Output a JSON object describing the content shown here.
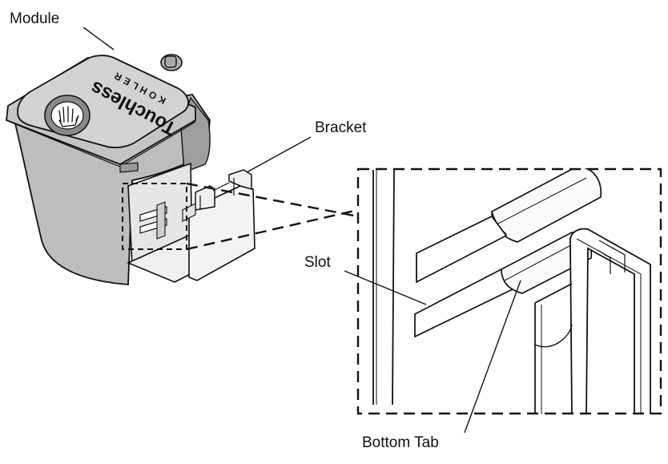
{
  "labels": {
    "module": "Module",
    "bracket": "Bracket",
    "slot": "Slot",
    "bottom_tab": "Bottom Tab"
  },
  "logo": {
    "brand_line": "Touchless",
    "maker_line": "KOHLER"
  },
  "icons": {
    "module_button": "hand-icon"
  },
  "colors": {
    "ink": "#111111",
    "body_fill": "#bdbdbd",
    "lid_fill": "#cfcfcf",
    "button_fill": "#8a8a8a",
    "bracket_fill": "#ececec"
  }
}
